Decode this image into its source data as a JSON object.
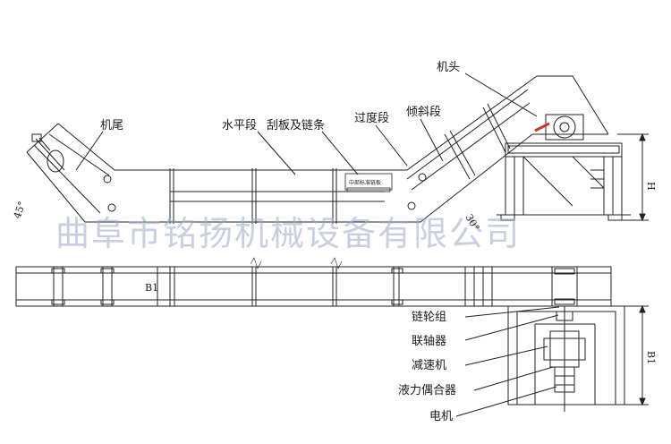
{
  "labels": {
    "tail": "机尾",
    "horizontal": "水平段",
    "scraper_chain": "刮板及链条",
    "transition": "过度段",
    "incline": "倾斜段",
    "head": "机头",
    "sprocket": "链轮组",
    "coupling": "联轴器",
    "reducer": "减速机",
    "fluid_coupling": "液力偶合器",
    "motor": "电机",
    "plate_text": "中部标准链板"
  },
  "dimensions": {
    "angle_tail": "45°",
    "angle_head": "30°",
    "height": "H",
    "width_b1": "B1",
    "width_b1_right": "B1"
  },
  "watermark": "曲阜市铭扬机械设备有限公司",
  "colors": {
    "line": "#222222",
    "accent": "#c0392b",
    "watermark": "#9aa8c8"
  }
}
